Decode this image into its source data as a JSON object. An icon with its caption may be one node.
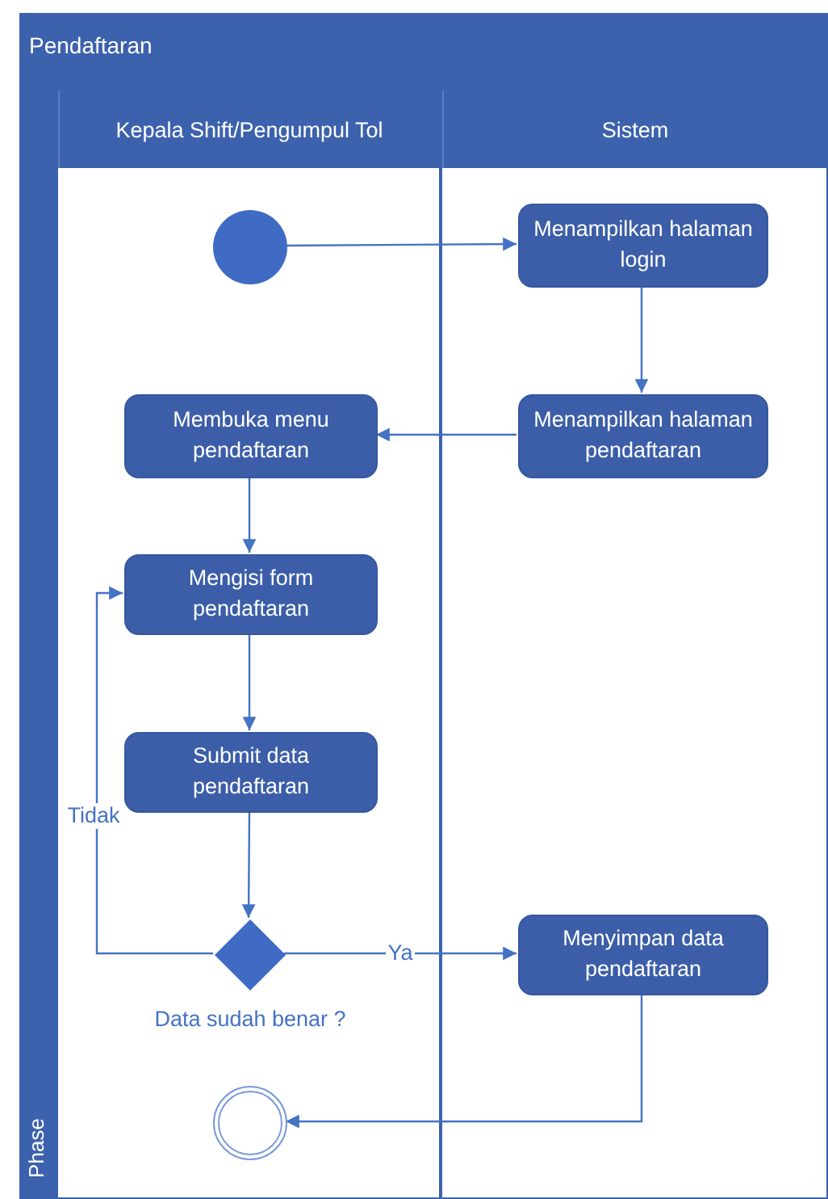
{
  "diagram": {
    "nodes": [
      {
        "text": [
          "Pendaftaran"
        ]
      },
      {
        "text": [
          "Kepala Shift/Pengumpul Tol"
        ],
        "in": 0
      },
      {
        "text": [
          "Sistem"
        ],
        "in": 0
      },
      {
        "text": [
          "Phase"
        ],
        "in": 0
      },
      {
        "text": [],
        "shape": "circle",
        "in": 1
      },
      {
        "text": [
          "Menampilkan halaman login"
        ],
        "in": 2
      },
      {
        "text": [
          "Menampilkan halaman pendaftaran"
        ],
        "in": 2
      },
      {
        "text": [
          "Membuka menu pendaftaran"
        ],
        "in": 1
      },
      {
        "text": [
          "Mengisi form pendaftaran"
        ],
        "in": 1
      },
      {
        "text": [
          "Submit data pendaftaran"
        ],
        "in": 1
      },
      {
        "text": [],
        "shape": "diamond",
        "beside": [
          "Data sudah benar ?"
        ],
        "in": 1
      },
      {
        "text": [
          "Menyimpan data pendaftaran"
        ],
        "in": 2
      },
      {
        "text": [],
        "shape": "ring",
        "in": 1
      }
    ],
    "edges": [
      {
        "from": 4,
        "to": 5,
        "arrow": "to"
      },
      {
        "from": 5,
        "to": 6,
        "arrow": "to"
      },
      {
        "from": 6,
        "to": 7,
        "arrow": "to"
      },
      {
        "from": 7,
        "to": 8,
        "arrow": "to"
      },
      {
        "from": 8,
        "to": 9,
        "arrow": "to"
      },
      {
        "from": 9,
        "to": 10,
        "arrow": "to"
      },
      {
        "from": 10,
        "to": 8,
        "label": "Tidak",
        "arrow": "to"
      },
      {
        "from": 10,
        "to": 11,
        "label": "Ya",
        "arrow": "to"
      },
      {
        "from": 11,
        "to": 12,
        "arrow": "to"
      }
    ]
  }
}
